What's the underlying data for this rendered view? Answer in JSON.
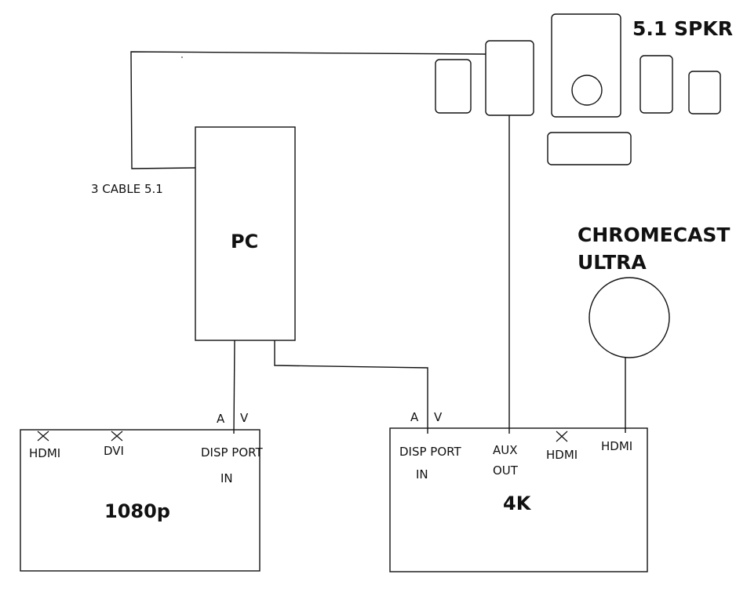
{
  "speakers": {
    "title": "5.1 SPKR",
    "units": [
      "front-left",
      "center-amp",
      "subwoofer",
      "front-right",
      "rear-right",
      "center-bar"
    ]
  },
  "pc": {
    "label": "PC"
  },
  "cable_label": "3 CABLE 5.1",
  "chromecast": {
    "label_line1": "CHROMECAST",
    "label_line2": "ULTRA"
  },
  "monitor_1080": {
    "label": "1080p",
    "ports": [
      {
        "label": "HDMI",
        "status": "unused"
      },
      {
        "label": "DVI",
        "status": "unused"
      },
      {
        "label_line1": "DISP PORT",
        "label_line2": "IN",
        "status": "connected"
      }
    ],
    "av_labels": {
      "a": "A",
      "v": "V"
    }
  },
  "monitor_4k": {
    "label": "4K",
    "ports": [
      {
        "label_line1": "DISP PORT",
        "label_line2": "IN",
        "status": "connected"
      },
      {
        "label_line1": "AUX",
        "label_line2": "OUT",
        "status": "connected"
      },
      {
        "label": "HDMI",
        "status": "unused"
      },
      {
        "label": "HDMI",
        "status": "connected"
      }
    ],
    "av_labels": {
      "a": "A",
      "v": "V"
    }
  },
  "unused_marker": "×"
}
